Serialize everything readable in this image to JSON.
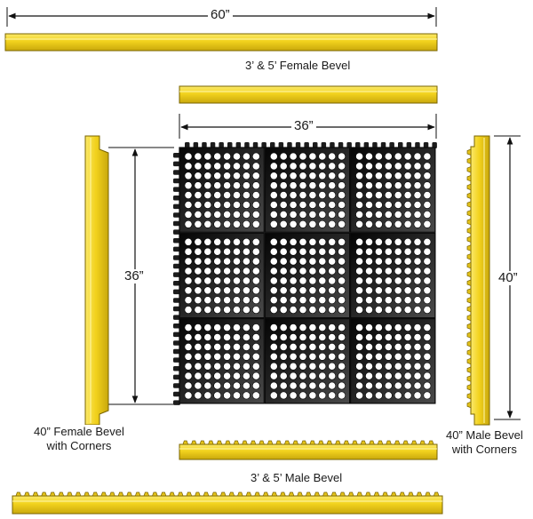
{
  "dimensions": {
    "top_width": "60”",
    "mat_width": "36”",
    "mat_height": "36”",
    "right_height": "40”"
  },
  "labels": {
    "female_bevel_top": "3’ & 5’ Female Bevel",
    "male_bevel_bottom": "3’ & 5’ Male Bevel",
    "left_line1": "40” Female Bevel",
    "left_line2": "with Corners",
    "right_line1": "40” Male Bevel",
    "right_line2": "with Corners"
  },
  "colors": {
    "bevel_yellow": "#f2d21d",
    "bevel_yellow_light": "#fbeb7a",
    "bevel_outline": "#7a6400",
    "mat_dark": "#151515",
    "mat_mid": "#3a3a3a",
    "hole": "#ffffff"
  },
  "mat": {
    "rows": 3,
    "cols": 3,
    "holes_per_side": 8
  }
}
